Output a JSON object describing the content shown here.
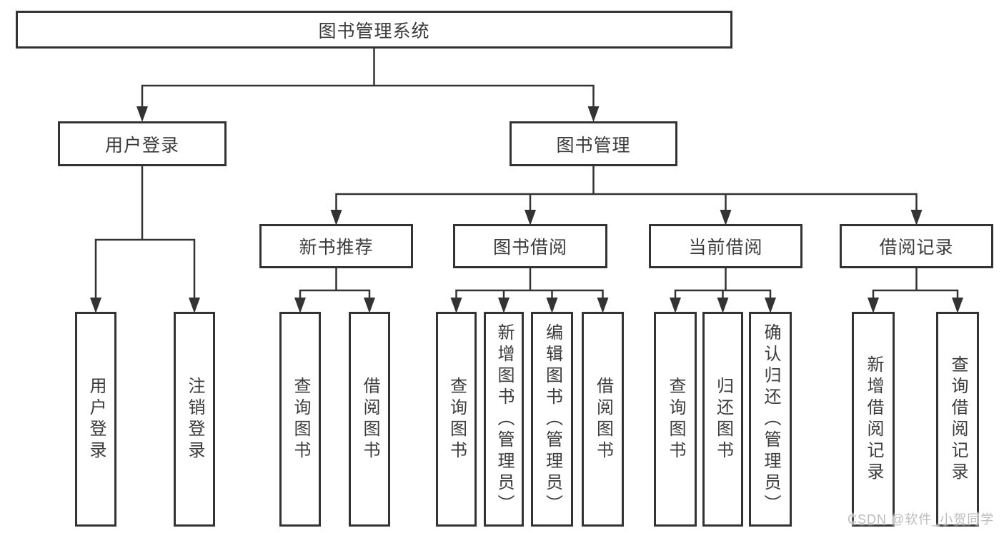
{
  "diagram": {
    "title_node": {
      "label": "图书管理系统"
    },
    "level2": [
      {
        "label": "用户登录"
      },
      {
        "label": "图书管理"
      }
    ],
    "level3": [
      {
        "label": "新书推荐"
      },
      {
        "label": "图书借阅"
      },
      {
        "label": "当前借阅"
      },
      {
        "label": "借阅记录"
      }
    ],
    "leaves": [
      {
        "label": "用户登录",
        "parent": "用户登录"
      },
      {
        "label": "注销登录",
        "parent": "用户登录"
      },
      {
        "label": "查询图书",
        "parent": "新书推荐"
      },
      {
        "label": "借阅图书",
        "parent": "新书推荐"
      },
      {
        "label": "查询图书",
        "parent": "图书借阅"
      },
      {
        "label": "新增图书（管理员）",
        "parent": "图书借阅"
      },
      {
        "label": "编辑图书（管理员）",
        "parent": "图书借阅"
      },
      {
        "label": "借阅图书",
        "parent": "图书借阅"
      },
      {
        "label": "查询图书",
        "parent": "当前借阅"
      },
      {
        "label": "归还图书",
        "parent": "当前借阅"
      },
      {
        "label": "确认归还（管理员）",
        "parent": "当前借阅"
      },
      {
        "label": "新增借阅记录",
        "parent": "借阅记录"
      },
      {
        "label": "查询借阅记录",
        "parent": "借阅记录"
      }
    ],
    "colors": {
      "line": "#333333",
      "text": "#3b3b3b",
      "background": "#ffffff"
    }
  },
  "watermark": {
    "text": "CSDN @软件_小贺同学",
    "color": "#bdbdbd"
  }
}
